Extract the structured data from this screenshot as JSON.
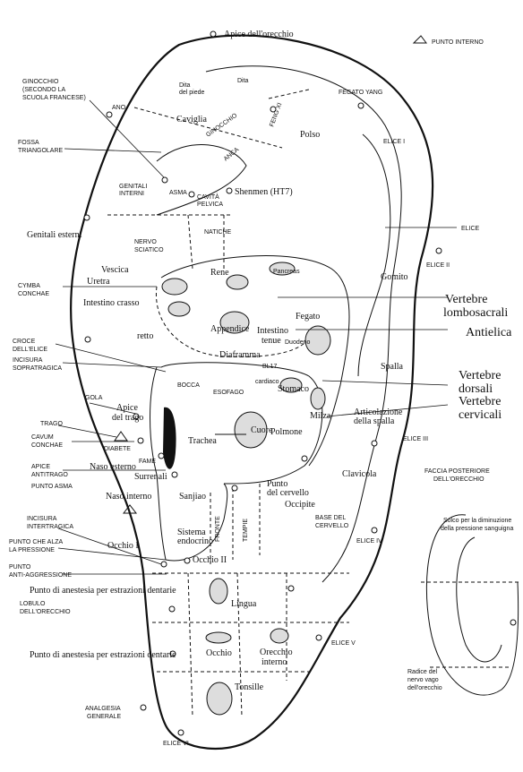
{
  "labels": {
    "apice_orecchio": "Apice dell'orecchio",
    "punto_interno": "PUNTO INTERNO",
    "ginocchio": [
      "GINOCCHIO",
      "(SECONDO LA",
      "SCUOLA FRANCESE)"
    ],
    "ano": "ANO",
    "dita_piede": [
      "Dita",
      "del piede"
    ],
    "dita": "Dita",
    "caviglia": "Caviglia",
    "ginocchio_inner": "GINOCCHIO",
    "feng": "FENG XI",
    "fegato_yang": "FEGATO YANG",
    "elice_i": "ELICE I",
    "polso": "Polso",
    "fossa": [
      "FOSSA",
      "TRIANGOLARE"
    ],
    "anca": "ANCA",
    "genitali_interni": [
      "GENITALI",
      "INTERNI"
    ],
    "asma": "ASMA",
    "cavita": [
      "CAVITÀ",
      "PELVICA"
    ],
    "shenmen": "Shenmen (HT7)",
    "elice": "ELICE",
    "genitali_esterni": "Genitali esterni",
    "nervo": [
      "NERVO",
      "SCIATICO"
    ],
    "natiche": "NATICHE",
    "elice_ii": "ELICE II",
    "vescica": "Vescica",
    "rene": "Rene",
    "uretra": "Uretra",
    "pancreas": "Pancreas",
    "gomito": "Gomito",
    "cymba": [
      "CYMBA",
      "CONCHAE"
    ],
    "vert_lombo": [
      "Vertebre",
      "lombosacrali"
    ],
    "intestino_crasso": "Intestino crasso",
    "fegato": "Fegato",
    "appendice": "Appendice",
    "intestino_tenue": [
      "Intestino",
      "tenue"
    ],
    "duodeno": "Duodeno",
    "antielica": "Antielica",
    "retto": "retto",
    "croce": [
      "CROCE",
      "DELL'ELICE"
    ],
    "incisura_sopra": [
      "INCISURA",
      "SOPRATRAGICA"
    ],
    "diaframma": "Diaframma",
    "bl17": "BL17",
    "vert_dorsali": [
      "Vertebre",
      "dorsali"
    ],
    "spalla": "Spalla",
    "bocca": "BOCCA",
    "esofago": "ESOFAGO",
    "cardiaco": "cardiaco",
    "stomaco": "Stomaco",
    "vert_cervicali": [
      "Vertebre",
      "cervicali"
    ],
    "gola": "GOLA",
    "apice_trago": [
      "Apice",
      "del trago"
    ],
    "milza": "Milza",
    "artic_spalla": [
      "Articolazione",
      "della spalla"
    ],
    "trago": "TRAGO",
    "trachea": "Trachea",
    "cuore": "Cuore",
    "polmone": "Polmone",
    "elice_iii": "ELICE III",
    "cavum": [
      "CAVUM",
      "CONCHAE"
    ],
    "diabete": "DIABETE",
    "fame": "FAME",
    "naso_esterno": "Naso esterno",
    "clavicola": "Clavicola",
    "apice_antitrago": [
      "APICE",
      "ANTITRAGO"
    ],
    "punto_asma": "PUNTO ASMA",
    "surrenali": "Surrenali",
    "faccia": [
      "FACCIA POSTERIORE",
      "DELL'ORECCHIO"
    ],
    "naso_interno": "Naso interno",
    "sanjiao": "Sanjiao",
    "punto_cervello": [
      "Punto",
      "del cervello"
    ],
    "occipite": "Occipite",
    "base_cervello": [
      "BASE DEL",
      "CERVELLO"
    ],
    "incisura_inter": [
      "INCISURA",
      "INTERTRAGICA"
    ],
    "sistema": [
      "Sistema",
      "endocrino"
    ],
    "fronte": "FRONTE",
    "tempie": "TEMPIE",
    "solco": [
      "Solco per la diminuzione",
      "della pressione sanguigna"
    ],
    "punto_alza": [
      "PUNTO CHE ALZA",
      "LA PRESSIONE"
    ],
    "occhio_i": "Occhio I",
    "occhio_ii": "Occhio II",
    "elice_iv": "ELICE IV",
    "punto_anti": [
      "PUNTO",
      "ANTI-AGGRESSIONE"
    ],
    "anestesia1": "Punto di anestesia per estrazioni dentarie",
    "lingua": "Lingua",
    "lobulo": [
      "LOBULO",
      "DELL'ORECCHIO"
    ],
    "elice_v": "ELICE V",
    "anestesia2": "Punto di anestesia per estrazioni dentarie",
    "occhio": "Occhio",
    "orecchio_interno": [
      "Orecchio",
      "interno"
    ],
    "radice": [
      "Radice del",
      "nervo vago",
      "dell'orecchio"
    ],
    "tonsille": "Tonsille",
    "analgesia": [
      "ANALGESIA",
      "GENERALE"
    ],
    "elice_vi": "ELICE VI"
  }
}
